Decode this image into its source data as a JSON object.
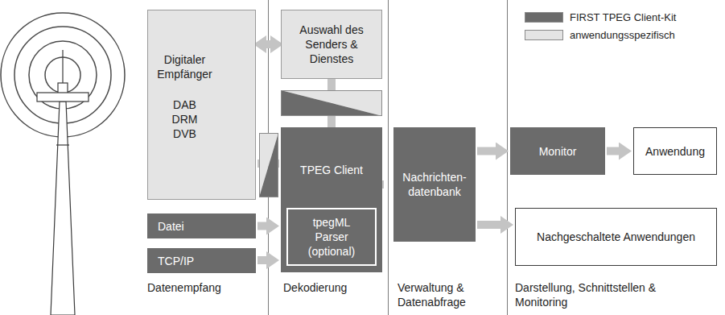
{
  "diagram": {
    "nodes": [
      {
        "text": [
          "Digitaler Empfänger",
          "DAB DRM DVB"
        ]
      },
      {
        "text": [
          "Auswahl des Senders & Dienstes"
        ]
      },
      {
        "text": [
          "TPEG Client"
        ]
      },
      {
        "text": [
          "tpegML Parser (optional)"
        ],
        "in": 2
      },
      {
        "text": [
          "Datei"
        ]
      },
      {
        "text": [
          "TCP/IP"
        ]
      },
      {
        "text": [
          "Nachrichten- datenbank"
        ]
      },
      {
        "text": [
          "Monitor"
        ]
      },
      {
        "text": [
          "Anwendung"
        ]
      },
      {
        "text": [
          "Nachgeschaltete Anwendungen"
        ]
      }
    ],
    "edges": [
      {
        "from": 0,
        "to": 1,
        "arrow": "both"
      },
      {
        "from": 1,
        "to": 2,
        "arrow": "none"
      },
      {
        "from": 0,
        "to": 2,
        "arrow": "none"
      },
      {
        "from": 4,
        "to": 2,
        "arrow": "to"
      },
      {
        "from": 5,
        "to": 2,
        "arrow": "to"
      },
      {
        "from": 2,
        "to": 6,
        "arrow": "to"
      },
      {
        "from": 6,
        "to": 7,
        "arrow": "to"
      },
      {
        "from": 6,
        "to": 9,
        "arrow": "to"
      },
      {
        "from": 7,
        "to": 8,
        "arrow": "to"
      }
    ],
    "labels": [
      "Datenempfang",
      "Dekodierung",
      "Verwaltung & Datenabfrage",
      "Darstellung, Schnittstellen & Monitoring"
    ],
    "legend": [
      {
        "text": "FIRST TPEG Client-Kit",
        "color": "#6b6b6b"
      },
      {
        "text": "anwendungsspezifisch",
        "color": "#e4e4e4"
      }
    ]
  }
}
